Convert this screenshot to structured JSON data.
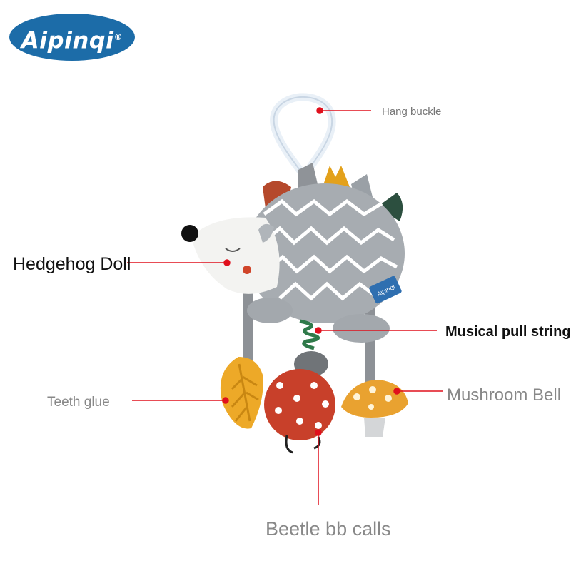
{
  "brand": {
    "logo_text": "Aipinqi",
    "registered_mark": "®",
    "colors": {
      "logo_bg": "#1c6ca8",
      "accent_line": "#e0101d"
    }
  },
  "product": {
    "tag_text": "Aipinqi"
  },
  "callouts": {
    "hang_buckle": "Hang buckle",
    "hedgehog_doll": "Hedgehog Doll",
    "musical_pull_string": "Musical pull string",
    "teeth_glue": "Teeth glue",
    "mushroom_bell": "Mushroom Bell",
    "beetle_bb_calls": "Beetle bb calls"
  }
}
